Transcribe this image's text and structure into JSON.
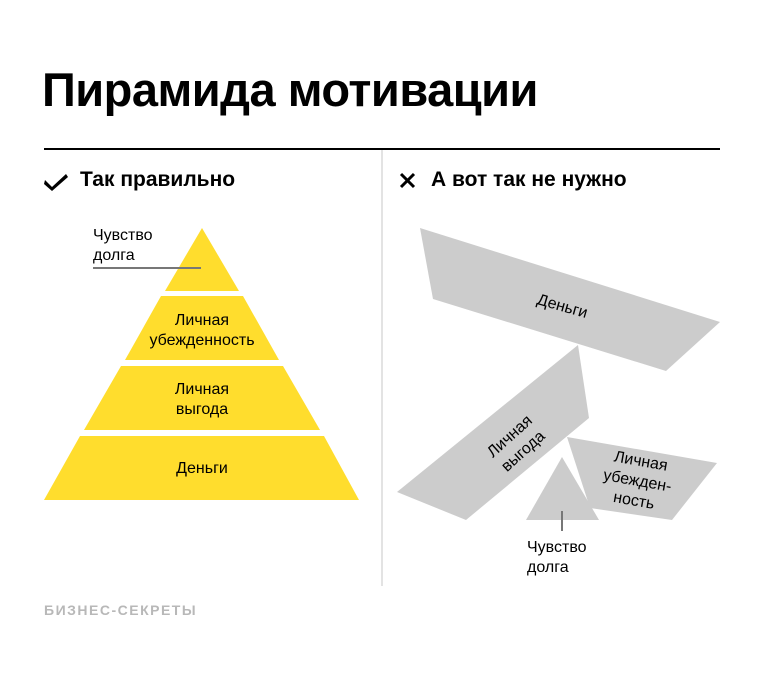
{
  "title": "Пирамида мотивации",
  "left": {
    "header": "Так правильно",
    "icon": "check-icon",
    "tiers": [
      {
        "line1": "Чувство",
        "line2": "долга"
      },
      {
        "line1": "Личная",
        "line2": "убежденность"
      },
      {
        "line1": "Личная",
        "line2": "выгода"
      },
      {
        "line1": "Деньги"
      }
    ]
  },
  "right": {
    "header": "А вот так не нужно",
    "icon": "cross-icon",
    "money": "Деньги",
    "benefit": {
      "line1": "Личная",
      "line2": "выгода"
    },
    "conviction": {
      "line1": "Личная",
      "line2": "убежден-",
      "line3": "ность"
    },
    "duty": {
      "line1": "Чувство",
      "line2": "долга"
    }
  },
  "footer": "БИЗНЕС-СЕКРЕТЫ",
  "colors": {
    "yellow": "#FFDD2D",
    "gray": "#CCCCCC"
  }
}
